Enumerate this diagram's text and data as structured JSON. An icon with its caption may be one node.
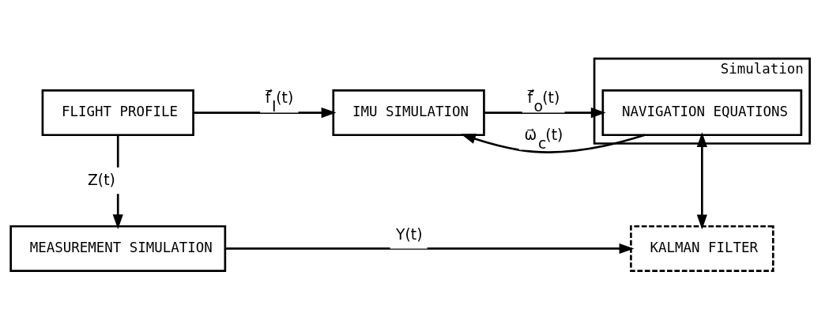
{
  "diagram": {
    "nodes": [
      {
        "text": [
          "FLIGHT PROFILE"
        ]
      },
      {
        "text": [
          "IMU SIMULATION"
        ]
      },
      {
        "text": [
          "Simulation"
        ]
      },
      {
        "text": [
          "NAVIGATION EQUATIONS"
        ],
        "in": 2
      },
      {
        "text": [
          "KALMAN FILTER"
        ]
      },
      {
        "text": [
          "MEASUREMENT SIMULATION"
        ]
      }
    ],
    "edges": [
      {
        "from": 0,
        "to": 1,
        "arrow": "to",
        "label": "f⃗$_{I}$(t)"
      },
      {
        "from": 1,
        "to": 3,
        "arrow": "to",
        "label": "f⃗$_{o}$(t)"
      },
      {
        "from": 3,
        "to": 1,
        "arrow": "to",
        "label": "ω⃗$_{c}$(t)"
      },
      {
        "from": 3,
        "to": 4,
        "arrow": "both"
      },
      {
        "from": 0,
        "to": 5,
        "arrow": "to",
        "label": "Z(t)"
      },
      {
        "from": 5,
        "to": 4,
        "arrow": "to",
        "label": "Y(t)"
      }
    ]
  }
}
